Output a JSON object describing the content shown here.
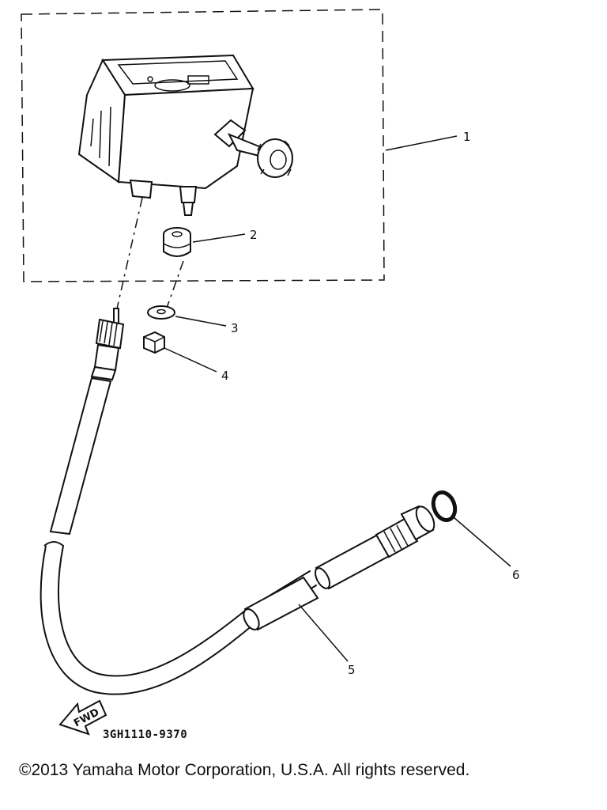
{
  "diagram": {
    "callouts": [
      {
        "num": "1",
        "label": "1"
      },
      {
        "num": "2",
        "label": "2"
      },
      {
        "num": "3",
        "label": "3"
      },
      {
        "num": "4",
        "label": "4"
      },
      {
        "num": "5",
        "label": "5"
      },
      {
        "num": "6",
        "label": "6"
      }
    ],
    "fwd_label": "FWD",
    "part_code": "3GH1110-9370"
  },
  "footer": {
    "copyright": "©2013 Yamaha Motor Corporation, U.S.A. All rights reserved."
  }
}
